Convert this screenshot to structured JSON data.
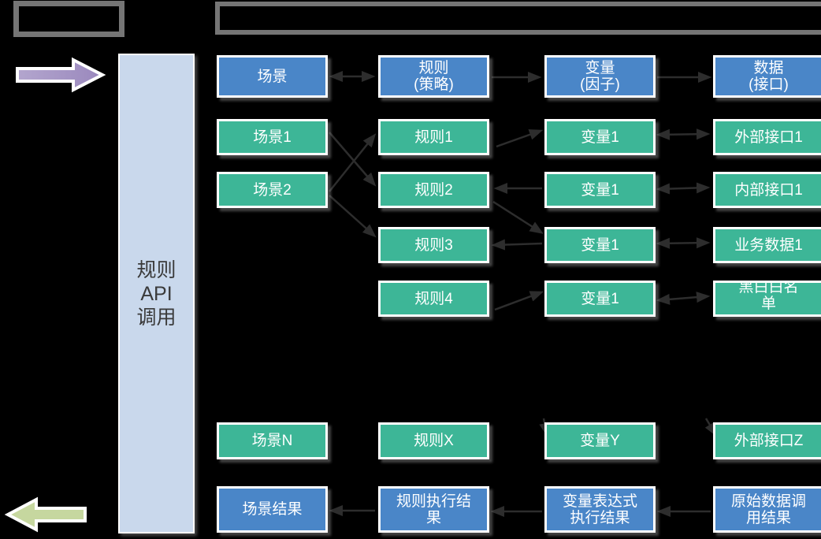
{
  "api_flow_label": "规则\nAPI\n调用",
  "columns": [
    {
      "header": "场景",
      "items": [
        "场景1",
        "场景2"
      ],
      "nth": "场景N",
      "result": "场景结果"
    },
    {
      "header": "规则\n(策略)",
      "items": [
        "规则1",
        "规则2",
        "规则3",
        "规则4"
      ],
      "nth": "规则X",
      "result": "规则执行结\n果"
    },
    {
      "header": "变量\n(因子)",
      "items": [
        "变量1",
        "变量1",
        "变量1",
        "变量1"
      ],
      "nth": "变量Y",
      "result": "变量表达式\n执行结果"
    },
    {
      "header": "数据\n(接口)",
      "items": [
        "外部接口1",
        "内部接口1",
        "业务数据1",
        "黑白白名\n单"
      ],
      "nth": "外部接口Z",
      "result": "原始数据调\n用结果"
    }
  ],
  "icons": {
    "input_arrow": "right-arrow",
    "output_arrow": "left-arrow",
    "connectors": "dark-link-arrows"
  },
  "colors": {
    "background": "#000000",
    "blue_box": "#4a86c8",
    "teal_box": "#3db697",
    "box_text": "#ffffff",
    "api_bar_fill": "#c9d8ec",
    "api_bar_text": "#3a3a3a",
    "frame_border": "#757575",
    "input_arrow_start": "#b3a6ce",
    "input_arrow_end": "#9a88bd",
    "output_arrow": "#c6d79f",
    "connector": "#2d2d2d"
  }
}
